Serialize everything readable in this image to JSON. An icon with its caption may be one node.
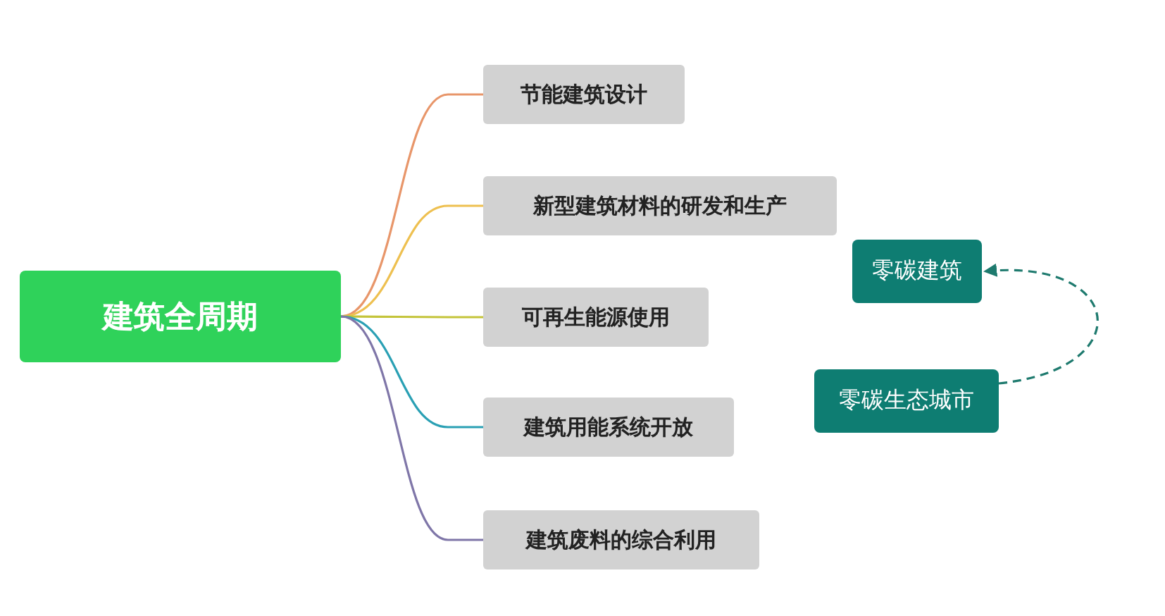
{
  "diagram": {
    "nodes": [
      {
        "text": [
          "建筑全周期"
        ]
      },
      {
        "text": [
          "节能建筑设计"
        ]
      },
      {
        "text": [
          "新型建筑材料的研发和生产"
        ]
      },
      {
        "text": [
          "可再生能源使用"
        ]
      },
      {
        "text": [
          "建筑用能系统开放"
        ]
      },
      {
        "text": [
          "建筑废料的综合利用"
        ]
      },
      {
        "text": [
          "零碳建筑"
        ]
      },
      {
        "text": [
          "零碳生态城市"
        ]
      }
    ],
    "edges": [
      {
        "from": 0,
        "to": 1,
        "arrow": "none",
        "color": "#e8966a"
      },
      {
        "from": 0,
        "to": 2,
        "arrow": "none",
        "color": "#eec050"
      },
      {
        "from": 0,
        "to": 3,
        "arrow": "none",
        "color": "#c4c43a"
      },
      {
        "from": 0,
        "to": 4,
        "arrow": "none",
        "color": "#2aa0b4"
      },
      {
        "from": 0,
        "to": 5,
        "arrow": "none",
        "color": "#7f76a8"
      },
      {
        "from": 7,
        "to": 6,
        "arrow": "to",
        "style": "dashed",
        "color": "#1e7a6e"
      }
    ]
  }
}
